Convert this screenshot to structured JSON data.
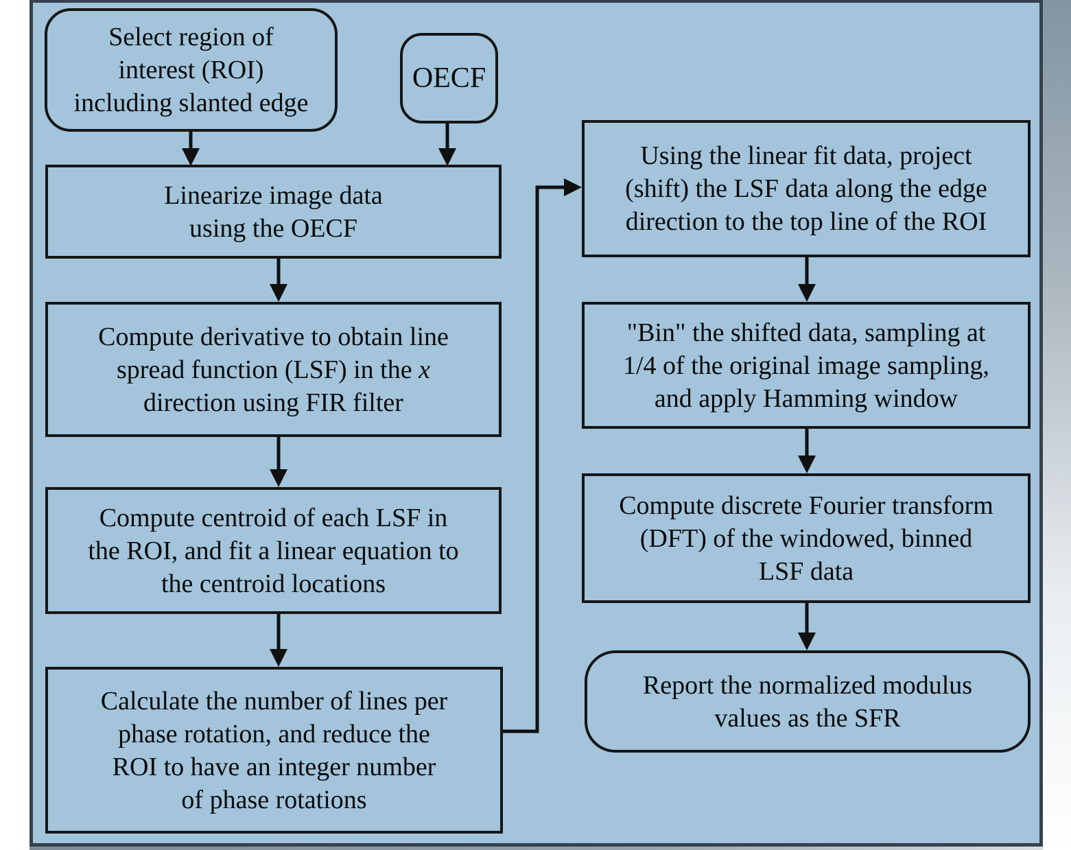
{
  "diagram": {
    "description": "Flowchart of slanted-edge SFR (spatial frequency response) computation",
    "colors": {
      "background": "#a3c4db",
      "frame_border": "#35414d",
      "box_border": "#161616",
      "text": "#0b0b0b"
    },
    "nodes": {
      "select_roi": {
        "shape": "rounded",
        "lines": [
          "Select region of",
          "interest (ROI)",
          "including slanted edge"
        ]
      },
      "oecf": {
        "shape": "rounded",
        "lines": [
          "OECF"
        ]
      },
      "linearize": {
        "shape": "rect",
        "lines": [
          "Linearize image data",
          "using the OECF"
        ]
      },
      "derivative": {
        "shape": "rect",
        "line1": "Compute derivative to obtain line",
        "line2_text": "spread function (LSF) in the ",
        "line2_var": "x",
        "line3": "direction using FIR filter"
      },
      "centroid": {
        "shape": "rect",
        "lines": [
          "Compute centroid of each LSF in",
          "the ROI, and fit a linear equation to",
          "the centroid locations"
        ]
      },
      "phase_rotation": {
        "shape": "rect",
        "lines": [
          "Calculate the number of lines per",
          "phase rotation, and reduce the",
          "ROI to have an integer number",
          "of phase rotations"
        ]
      },
      "project_lsf": {
        "shape": "rect",
        "lines": [
          "Using the linear fit data, project",
          "(shift) the LSF data along the edge",
          "direction to the top line of the ROI"
        ]
      },
      "bin_data": {
        "shape": "rect",
        "lines": [
          "\"Bin\" the shifted data, sampling at",
          "1/4 of the original image sampling,",
          "and apply Hamming window"
        ]
      },
      "dft": {
        "shape": "rect",
        "lines": [
          "Compute discrete Fourier transform",
          "(DFT) of the windowed, binned",
          "LSF data"
        ]
      },
      "report_sfr": {
        "shape": "rounded",
        "lines": [
          "Report the normalized modulus",
          "values as the SFR"
        ]
      }
    },
    "edges": [
      {
        "from": "select_roi",
        "to": "linearize"
      },
      {
        "from": "oecf",
        "to": "linearize"
      },
      {
        "from": "linearize",
        "to": "derivative"
      },
      {
        "from": "derivative",
        "to": "centroid"
      },
      {
        "from": "centroid",
        "to": "phase_rotation"
      },
      {
        "from": "phase_rotation",
        "to": "project_lsf"
      },
      {
        "from": "project_lsf",
        "to": "bin_data"
      },
      {
        "from": "bin_data",
        "to": "dft"
      },
      {
        "from": "dft",
        "to": "report_sfr"
      }
    ]
  }
}
